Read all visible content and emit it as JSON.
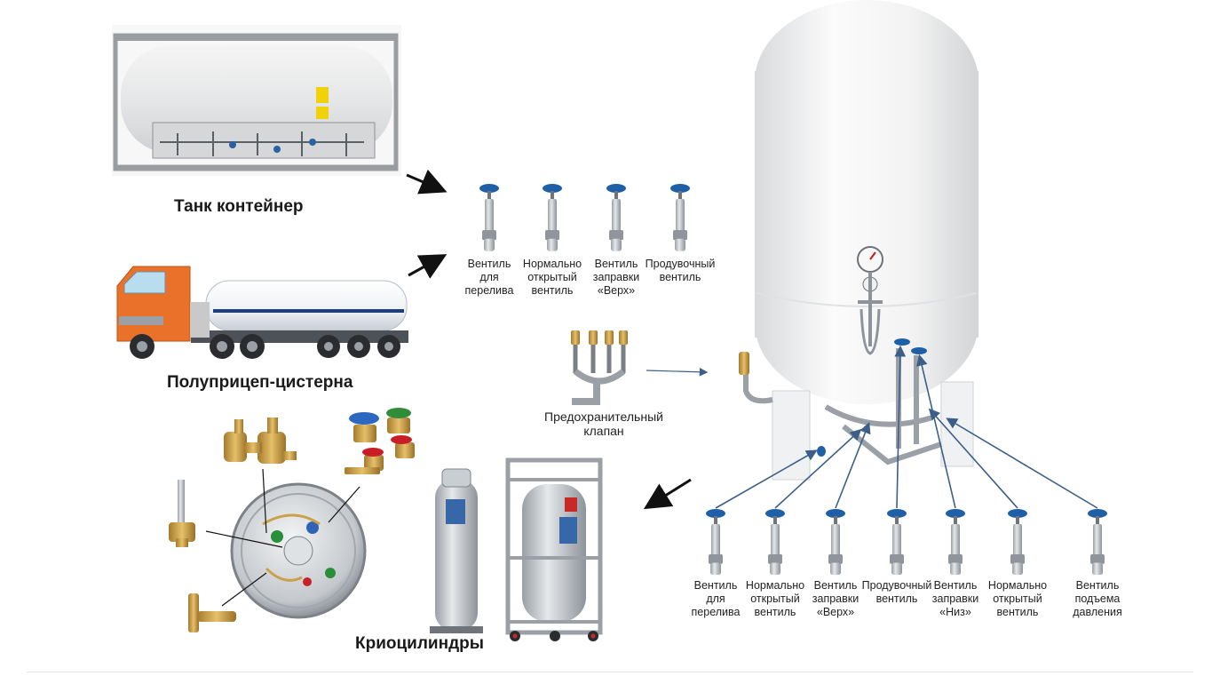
{
  "captions": {
    "tank_container": "Танк контейнер",
    "semitrailer": "Полуприцеп-цистерна",
    "safety_valve": "Предохранительный\nклапан",
    "cryocylinders": "Криоцилиндры"
  },
  "top_valves": [
    "Вентиль\nдля\nперелива",
    "Нормально\nоткрытый\nвентиль",
    "Вентиль\nзаправки\n«Верх»",
    "Продувочный\nвентиль"
  ],
  "bottom_valves": [
    "Вентиль\nдля\nперелива",
    "Нормально\nоткрытый\nвентиль",
    "Вентиль\nзаправки\n«Верх»",
    "Продувочный\nвентиль",
    "Вентиль\nзаправки\n«Низ»",
    "Нормально\nоткрытый\nвентиль",
    "Вентиль\nподъема\nдавления"
  ],
  "colors": {
    "valve_handle": "#1f5fa8",
    "truck_cab": "#e9712a",
    "brass": "#c9a14a",
    "steel": "#bfc4c9"
  }
}
